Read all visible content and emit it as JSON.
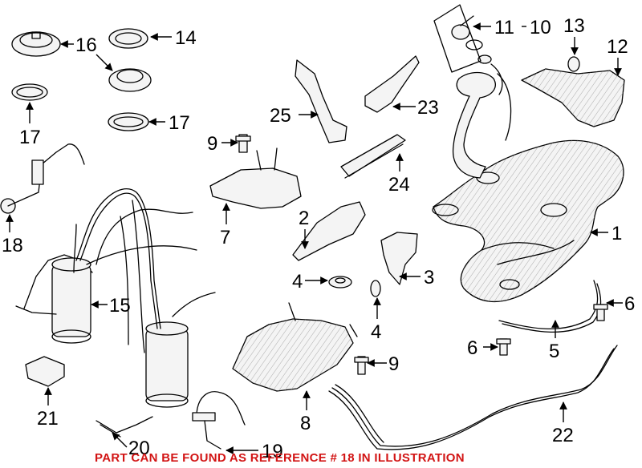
{
  "diagram": {
    "callouts": [
      "1",
      "2",
      "3",
      "4",
      "4",
      "5",
      "6",
      "6",
      "7",
      "8",
      "9",
      "9",
      "10",
      "11",
      "12",
      "13",
      "14",
      "15",
      "16",
      "17",
      "17",
      "18",
      "19",
      "20",
      "21",
      "22",
      "23",
      "24",
      "25"
    ]
  },
  "caption": "PART CAN BE FOUND AS REFERENCE # 18 IN ILLUSTRATION"
}
